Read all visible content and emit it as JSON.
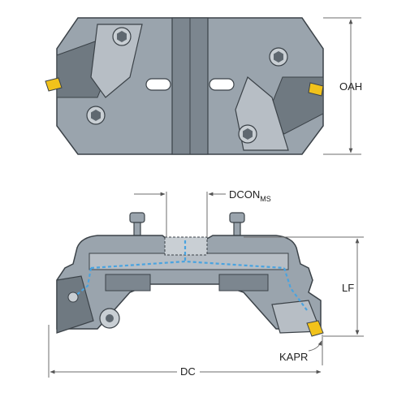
{
  "dimensions": {
    "oah": "OAH",
    "dcon": "DCON",
    "dcon_sub": "MS",
    "lf": "LF",
    "dc": "DC",
    "kapr": "KAPR"
  },
  "colors": {
    "body": "#9aa4ad",
    "body_light": "#b7bec5",
    "body_dark": "#5f6870",
    "outline": "#3b4248",
    "insert": "#f1c21b",
    "coolant": "#4aa3df",
    "dim_line": "#6d6d6d"
  },
  "icons": {
    "insert_top_left": "insert-icon",
    "insert_top_right": "insert-icon",
    "insert_side": "insert-icon",
    "screw": "hex-screw-icon"
  }
}
